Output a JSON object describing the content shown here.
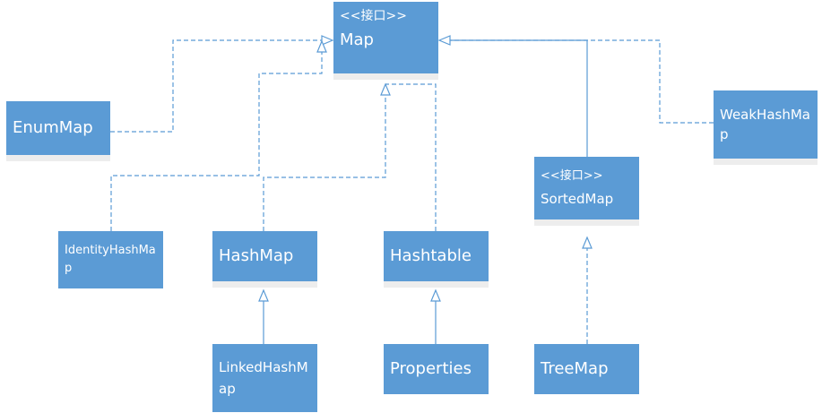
{
  "colors": {
    "node_fill": "#5b9bd5",
    "node_text": "#ffffff",
    "edge": "#5b9bd5"
  },
  "nodes": {
    "map": {
      "stereotype": "<<接口>>",
      "label": "Map"
    },
    "enummap": {
      "label": "EnumMap"
    },
    "weakhashmap": {
      "label": "WeakHashMap"
    },
    "sortedmap": {
      "stereotype": "<<接口>>",
      "label": "SortedMap"
    },
    "identityhashmap": {
      "label": "IdentityHashMap"
    },
    "hashmap": {
      "label": "HashMap"
    },
    "hashtable": {
      "label": "Hashtable"
    },
    "linkedhashmap": {
      "label": "LinkedHashMap"
    },
    "properties": {
      "label": "Properties"
    },
    "treemap": {
      "label": "TreeMap"
    }
  },
  "edges": [
    {
      "from": "EnumMap",
      "to": "Map",
      "kind": "realization"
    },
    {
      "from": "IdentityHashMap",
      "to": "Map",
      "kind": "realization"
    },
    {
      "from": "HashMap",
      "to": "Map",
      "kind": "realization"
    },
    {
      "from": "Hashtable",
      "to": "Map",
      "kind": "realization"
    },
    {
      "from": "WeakHashMap",
      "to": "Map",
      "kind": "realization"
    },
    {
      "from": "SortedMap",
      "to": "Map",
      "kind": "generalization"
    },
    {
      "from": "LinkedHashMap",
      "to": "HashMap",
      "kind": "generalization"
    },
    {
      "from": "Properties",
      "to": "Hashtable",
      "kind": "generalization"
    },
    {
      "from": "TreeMap",
      "to": "SortedMap",
      "kind": "realization"
    }
  ]
}
